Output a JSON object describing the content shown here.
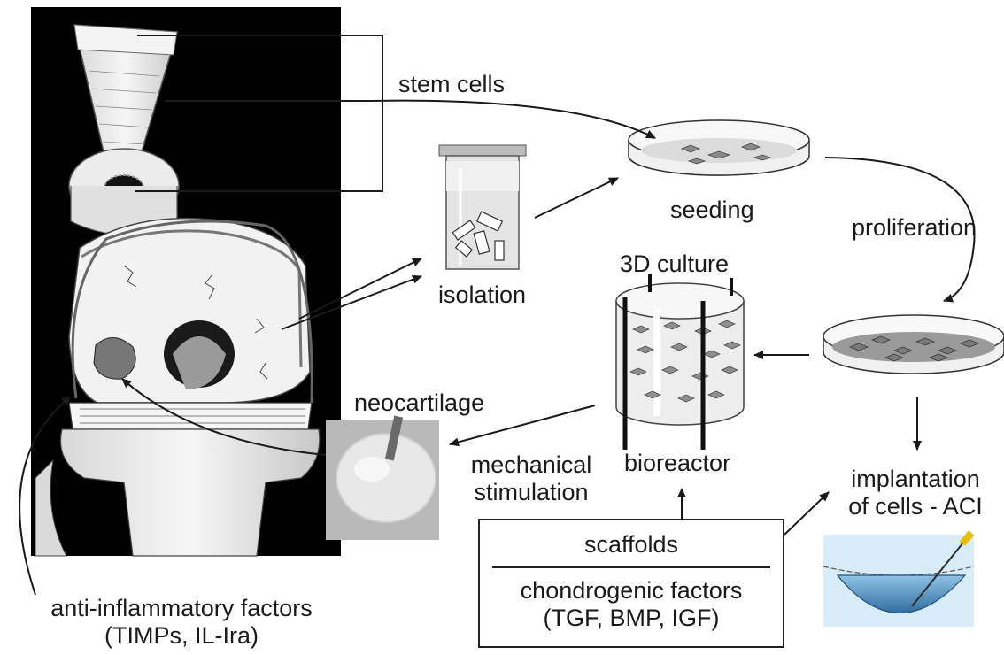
{
  "labels": {
    "stem_cells": "stem cells",
    "seeding": "seeding",
    "proliferation": "proliferation",
    "isolation": "isolation",
    "culture_3d": "3D culture",
    "bioreactor": "bioreactor",
    "neocartilage": "neocartilage",
    "mechanical_1": "mechanical",
    "mechanical_2": "stimulation",
    "implantation_1": "implantation",
    "implantation_2": "of cells - ACI",
    "anti_1": "anti-inflammatory factors",
    "anti_2": "(TIMPs, IL-Ira)"
  },
  "box": {
    "scaffolds": "scaffolds",
    "chondro_1": "chondrogenic factors",
    "chondro_2": "(TGF, BMP, IGF)"
  },
  "colors": {
    "ink": "#1a1a1a",
    "knee_bg": "#000000",
    "dish_fill": "#e8e8e8",
    "cell_fill": "#8a8a8a",
    "tissue": "#cfcfcf",
    "water_blue": "#4f8fbf"
  }
}
